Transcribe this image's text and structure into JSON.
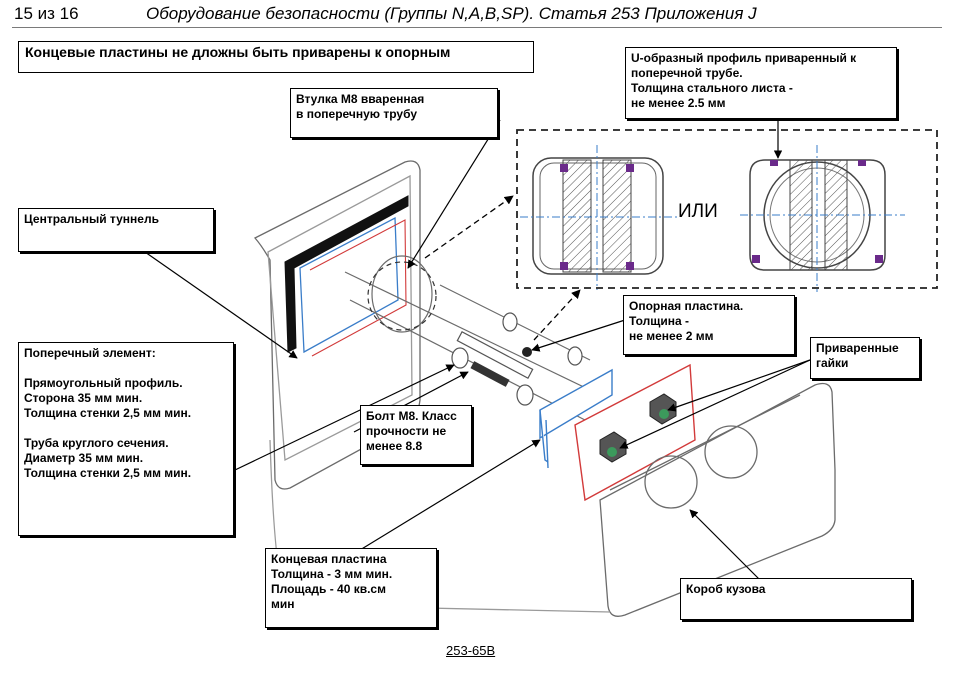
{
  "header": {
    "page": "15 из 16",
    "title": "Оборудование безопасности (Группы N,A,B,SP). Статья 253 Приложения J"
  },
  "labels": {
    "title": "Концевые пластины не дложны быть приварены к опорным",
    "bushing": "Втулка М8 вваренная\nв поперечную трубу",
    "u_profile": "U-образный профиль приваренный к\nпоперечной трубе.\nТолщина стального листа -\nне менее 2.5 мм",
    "tunnel": "Центральный туннель",
    "cross_member": "Поперечный элемент:\n\nПрямоугольный профиль.\nСторона 35 мм мин.\nТолщина стенки 2,5 мм мин.\n\nТруба круглого сечения.\nДиаметр 35 мм мин.\nТолщина стенки 2,5 мм мин.",
    "support_plate": "Опорная пластина.\nТолщина -\nне менее 2 мм",
    "welded_nuts": "Приваренные\nгайки",
    "bolt": "Болт М8. Класс\nпрочности не\nменее 8.8",
    "end_plate": "Концевая пластина\nТолщина - 3 мм мин.\nПлощадь - 40 кв.см\nмин",
    "body_box": "Короб кузова",
    "or": "ИЛИ"
  },
  "figure_number": "253-65B",
  "colors": {
    "drawing_line": "#6b6b6b",
    "accent_blue": "#3a7dc9",
    "accent_red": "#d23a3a",
    "hatch_green": "#3c9a5c"
  }
}
